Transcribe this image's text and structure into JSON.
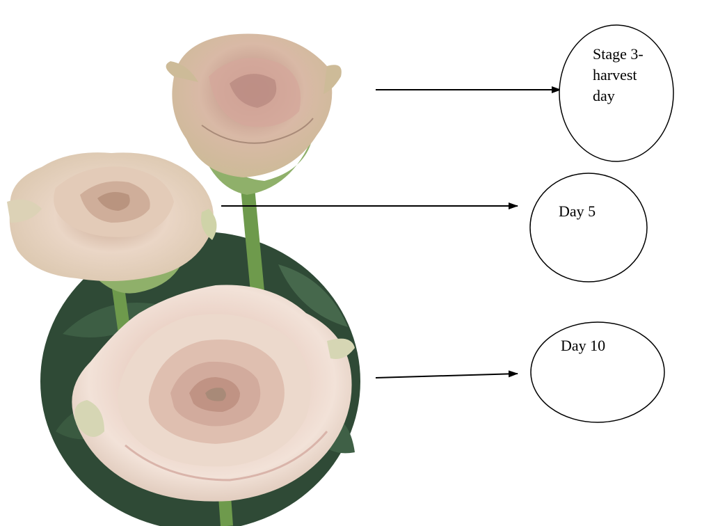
{
  "labels": {
    "stage3": "Stage 3-\nharvest\nday",
    "day5": "Day 5",
    "day10": "Day 10"
  },
  "colors": {
    "petal_light": "#ecd9cc",
    "petal_pink": "#d9b4aa",
    "petal_shadow": "#a88a78",
    "bud_tan": "#c4a38a",
    "stem_green": "#6e9a4c",
    "leaf_dark": "#2f4a36",
    "line": "#000000"
  },
  "icons": {
    "photo": "rose-photo",
    "arrow": "arrow-right-icon"
  }
}
